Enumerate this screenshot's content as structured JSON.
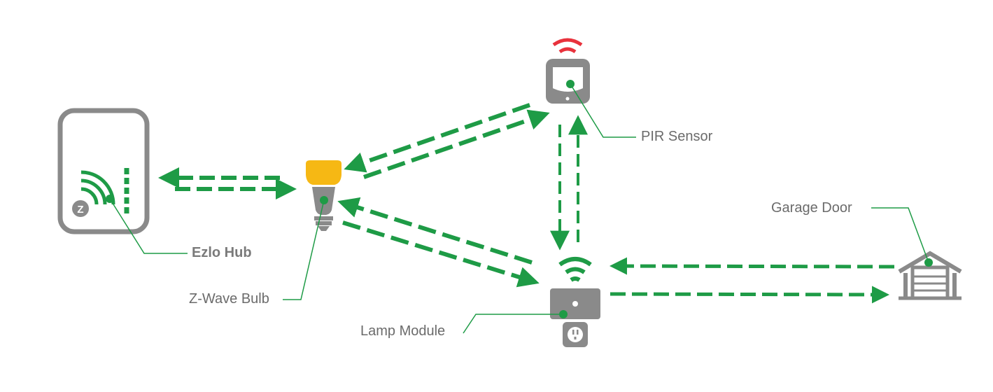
{
  "labels": {
    "hub": "Ezlo Hub",
    "bulb": "Z-Wave Bulb",
    "pir": "PIR Sensor",
    "lamp": "Lamp Module",
    "garage": "Garage Door"
  },
  "hub_logo_letter": "Z",
  "colors": {
    "link": "#1e9b46",
    "device_gray": "#8a8a8a",
    "bulb_yellow": "#f6b814",
    "sensor_red": "#e8323c",
    "label_text": "#6b6b6b"
  },
  "icons": [
    "hub-icon",
    "bulb-icon",
    "pir-sensor-icon",
    "lamp-module-icon",
    "garage-door-icon",
    "signal-icon",
    "zwave-logo-icon"
  ]
}
